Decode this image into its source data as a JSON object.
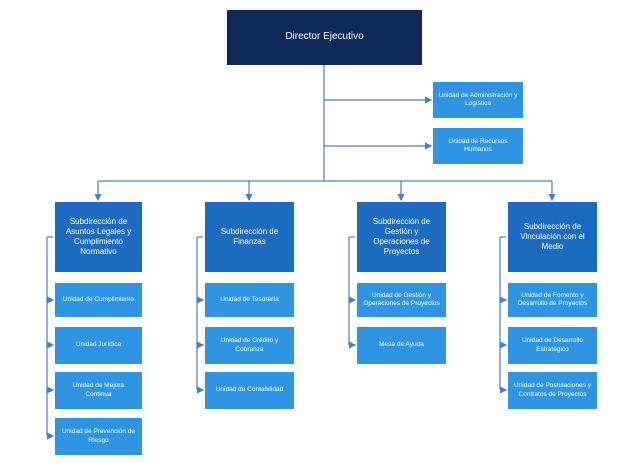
{
  "director": "Director Ejecutivo",
  "staff_units": [
    "Unidad de Administración y Logística",
    "Unidad de Recursos Humanos"
  ],
  "subdirections": [
    {
      "title": "Subdirección de Asuntos Legales y Cumplimiento Normativo",
      "units": [
        "Unidad de Cumplimiento",
        "Unidad Jurídica",
        "Unidad de Mejora Continua",
        "Unidad de Prevención de Riesgo"
      ]
    },
    {
      "title": "Subdirección de Finanzas",
      "units": [
        "Unidad de Tesorería",
        "Unidad de Crédito y Cobranza",
        "Unidad de Contabilidad"
      ]
    },
    {
      "title": "Subdirección de Gestión y Operaciones de Proyectos",
      "units": [
        "Unidad de Gestión y Operaciones de Proyectos",
        "Mesa de Ayuda"
      ]
    },
    {
      "title": "Subdirección de Vinculación con el Medio",
      "units": [
        "Unidad de Fomento y Desarrollo de Proyectos",
        "Unidad de Desarrollo Estratégico",
        "Unidad de Postulaciones y Contratos de Proyectos"
      ]
    }
  ],
  "colors": {
    "director": "#0f2a5a",
    "subdirection": "#1b6cc1",
    "unit": "#2f94e3",
    "connector": "#4a7fc1"
  }
}
